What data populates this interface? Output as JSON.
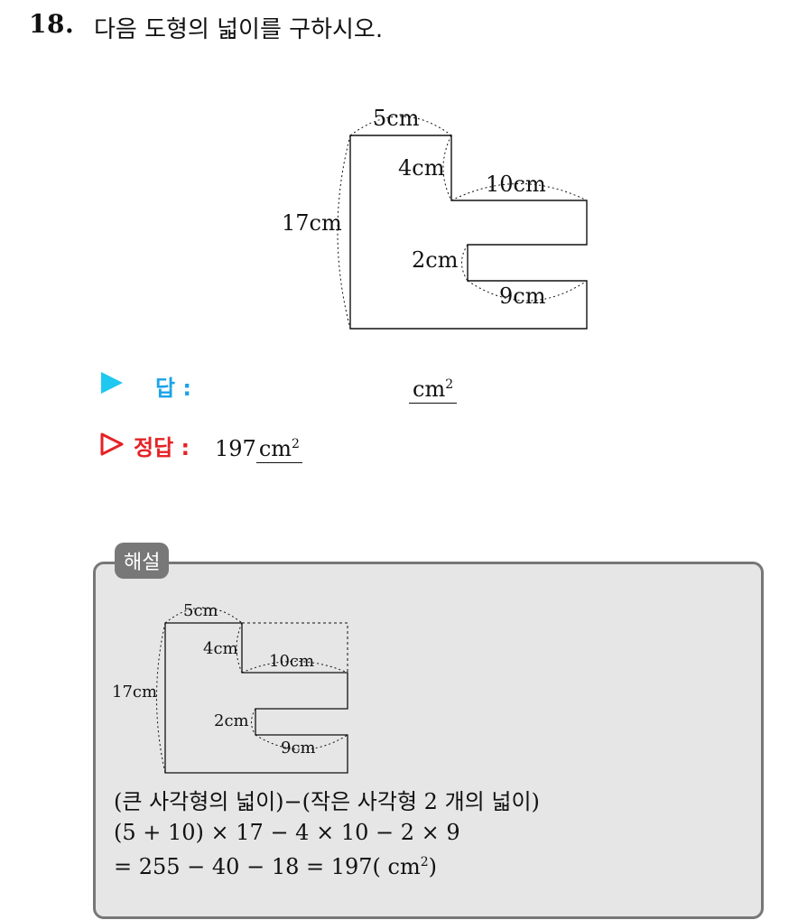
{
  "question": {
    "number": "18.",
    "text": "다음 도형의 넓이를 구하시오."
  },
  "figure": {
    "labels": [
      "5cm",
      "4cm",
      "10cm",
      "17cm",
      "2cm",
      "9cm"
    ]
  },
  "answer": {
    "label": "답 :",
    "unit": "cm",
    "unit_exp": "2"
  },
  "correct": {
    "label": "정답 :",
    "value": "197",
    "unit": "cm",
    "unit_exp": "2"
  },
  "solution": {
    "tag": "해설",
    "figure_labels": [
      "5cm",
      "4cm",
      "10cm",
      "17cm",
      "2cm",
      "9cm"
    ],
    "line1": "(큰 사각형의 넓이)−(작은 사각형 2 개의 넓이)",
    "line2": "(5 + 10) × 17 − 4 × 10 − 2 × 9",
    "line3": "= 255 − 40 − 18 = 197( cm",
    "line3_exp": "2",
    "line3_end": ")"
  },
  "colors": {
    "answer_triangle": "#1ec8f0",
    "answer_label": "#1aa3e8",
    "correct_label": "#e52226",
    "solution_box": "#e6e6e6",
    "solution_tag": "#787878"
  }
}
